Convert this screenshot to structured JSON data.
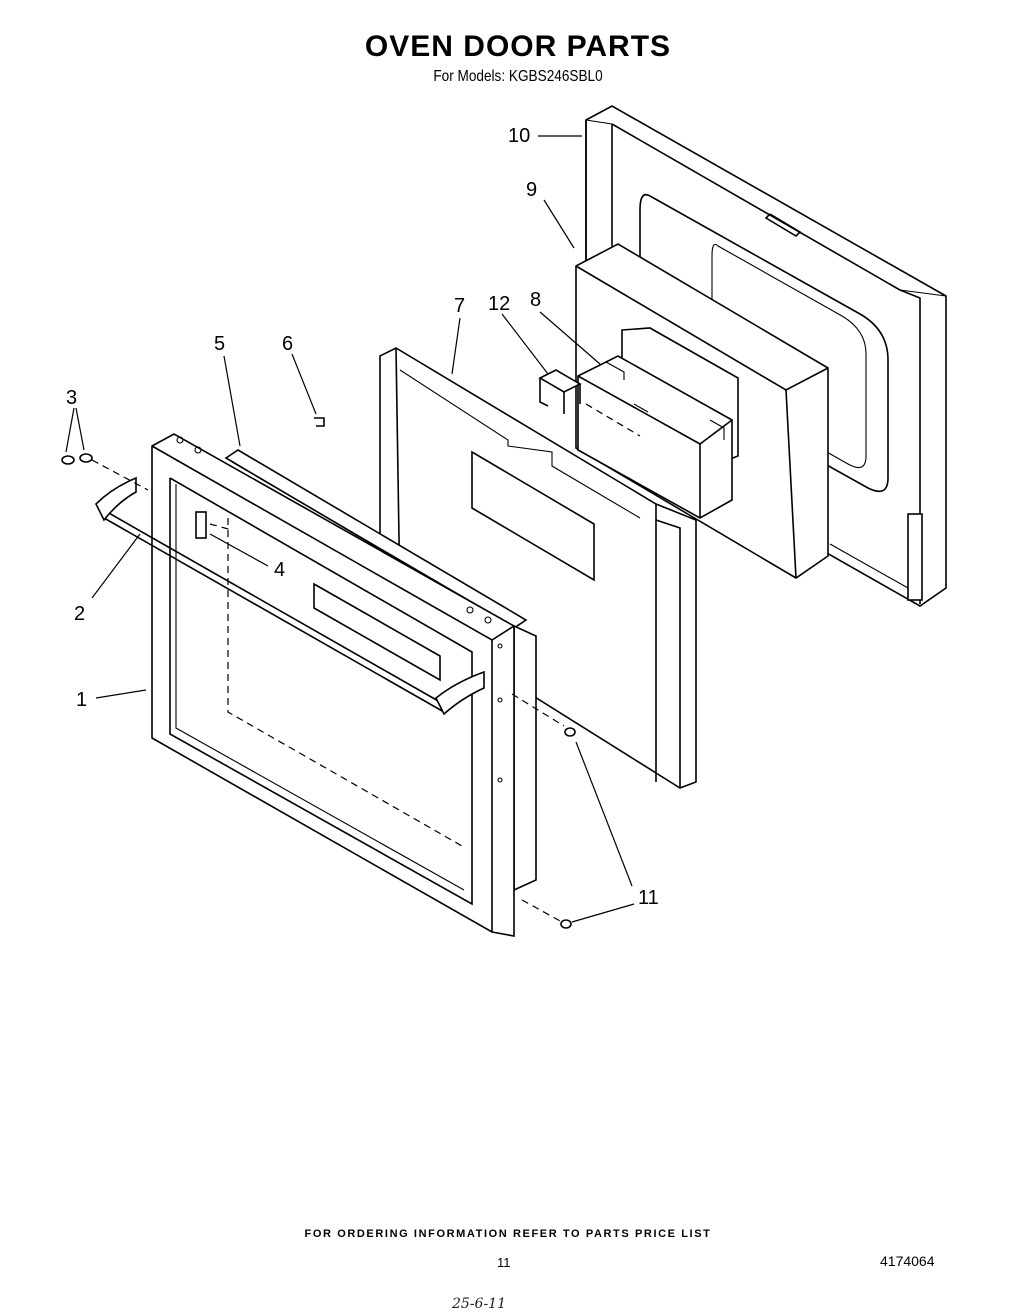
{
  "header": {
    "title": "OVEN DOOR PARTS",
    "subtitle": "For Models: KGBS246SBL0"
  },
  "callouts": [
    "1",
    "2",
    "3",
    "4",
    "5",
    "6",
    "7",
    "8",
    "9",
    "10",
    "11",
    "12"
  ],
  "footer": {
    "ordering_note": "FOR ORDERING INFORMATION REFER TO PARTS PRICE LIST",
    "page_number": "11",
    "document_number": "4174064",
    "handwritten_note": "25-6-11"
  }
}
